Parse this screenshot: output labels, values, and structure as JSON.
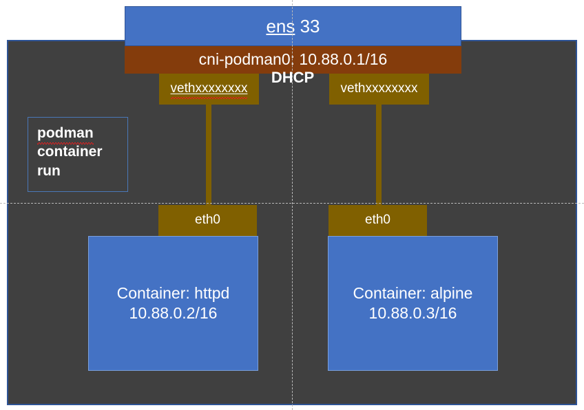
{
  "diagram": {
    "title": "Podman CNI bridge networking diagram",
    "colors": {
      "host_background": "#404040",
      "nic_blue": "#4472C4",
      "bridge_brown": "#843C0C",
      "interface_olive": "#806000",
      "border_blue": "#2E5395",
      "guide_line": "#b9b9b9",
      "text": "#ffffff",
      "spellcheck_red": "#E02020"
    },
    "host": {
      "label": ""
    },
    "nic": {
      "name_prefix": "ens",
      "name_suffix": " 33",
      "full_label": "ens 33"
    },
    "bridge": {
      "label": "cni-podman0: 10.88.0.1/16",
      "service_label": "DHCP"
    },
    "veth_pairs": [
      {
        "label": "vethxxxxxxxx",
        "spellchecked": true
      },
      {
        "label": "vethxxxxxxxx",
        "spellchecked": false
      }
    ],
    "container_interfaces": [
      {
        "label": "eth0"
      },
      {
        "label": "eth0"
      }
    ],
    "containers": [
      {
        "name_line": "Container: httpd",
        "ip_line": "10.88.0.2/16"
      },
      {
        "name_line": "Container: alpine",
        "ip_line": "10.88.0.3/16"
      }
    ],
    "command_annotation": {
      "line1": "podman",
      "line2": "container",
      "line3": "run"
    }
  }
}
